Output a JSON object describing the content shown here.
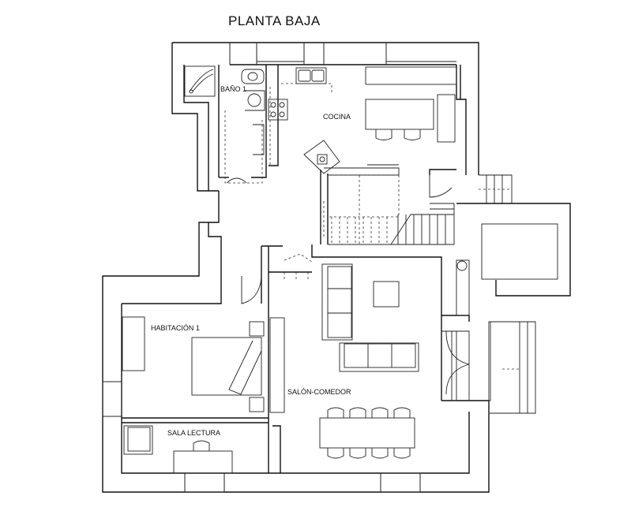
{
  "title": "PLANTA BAJA",
  "rooms": {
    "bathroom": "BAÑO 1",
    "kitchen": "COCINA",
    "bedroom": "HABITACIÓN 1",
    "living_dining": "SALÓN-COMEDOR",
    "reading_room": "SALA LECTURA"
  }
}
